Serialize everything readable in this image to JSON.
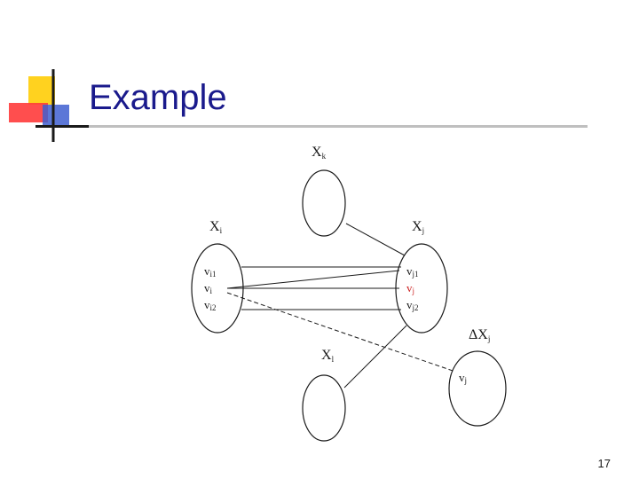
{
  "slide": {
    "title": "Example",
    "page_number": "17"
  },
  "colors": {
    "title": "#1a1a8c",
    "logo_yellow": "#ffd21f",
    "logo_red": "#ff3b3b",
    "logo_blue": "#3f5fd0",
    "highlight_red": "#cc2222"
  },
  "diagram": {
    "nodes": {
      "xk": {
        "main": "X",
        "sub": "k"
      },
      "xi": {
        "main": "X",
        "sub": "i"
      },
      "xj": {
        "main": "X",
        "sub": "j"
      },
      "xl": {
        "main": "X",
        "sub": "l"
      },
      "dxj": {
        "main": "ΔX",
        "sub": "j"
      }
    },
    "values": {
      "vi1": {
        "main": "v",
        "sub": "i1"
      },
      "vi": {
        "main": "v",
        "sub": "i"
      },
      "vi2": {
        "main": "v",
        "sub": "i2"
      },
      "vj1": {
        "main": "v",
        "sub": "j1"
      },
      "vj": {
        "main": "v",
        "sub": "j"
      },
      "vj2": {
        "main": "v",
        "sub": "j2"
      },
      "vj_delta": {
        "main": "v",
        "sub": "j"
      }
    }
  }
}
